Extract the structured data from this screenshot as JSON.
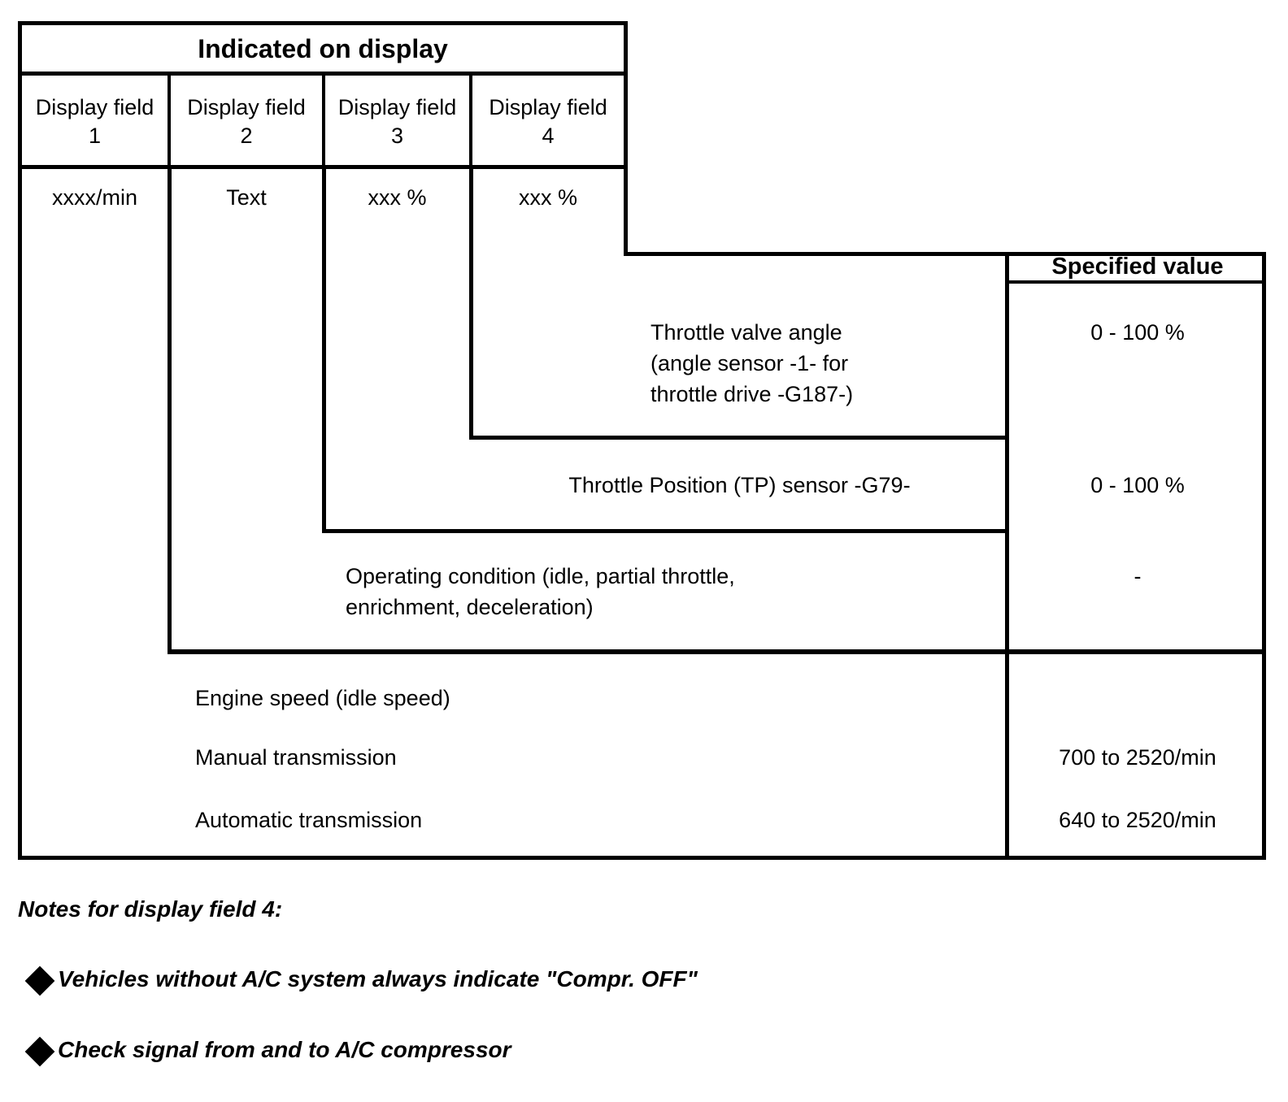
{
  "table": {
    "title": "Indicated on display",
    "display_fields": [
      {
        "label": "Display field\n1",
        "value": "xxxx/min"
      },
      {
        "label": "Display field\n2",
        "value": "Text"
      },
      {
        "label": "Display field\n3",
        "value": "xxx %"
      },
      {
        "label": "Display field\n4",
        "value": "xxx %"
      }
    ],
    "spec_header": "Specified value",
    "rows": [
      {
        "description": "Throttle valve angle\n(angle sensor -1- for\nthrottle drive -G187-)",
        "specified_value": "0 - 100 %"
      },
      {
        "description": "Throttle Position (TP) sensor -G79-",
        "specified_value": "0 - 100 %"
      },
      {
        "description": "Operating condition (idle, partial throttle,\nenrichment, deceleration)",
        "specified_value": "-"
      }
    ],
    "engine_speed": {
      "heading": "Engine speed (idle speed)",
      "items": [
        {
          "label": "Manual transmission",
          "specified_value": "700 to 2520/min"
        },
        {
          "label": "Automatic transmission",
          "specified_value": "640 to 2520/min"
        }
      ]
    }
  },
  "notes": {
    "title": "Notes for display field 4:",
    "items": [
      "Vehicles without A/C system always indicate \"Compr. OFF\"",
      "Check signal from and to A/C compressor"
    ],
    "bullet_icon": "diamond-bullet"
  },
  "colors": {
    "ink": "#000000",
    "background": "#ffffff"
  }
}
